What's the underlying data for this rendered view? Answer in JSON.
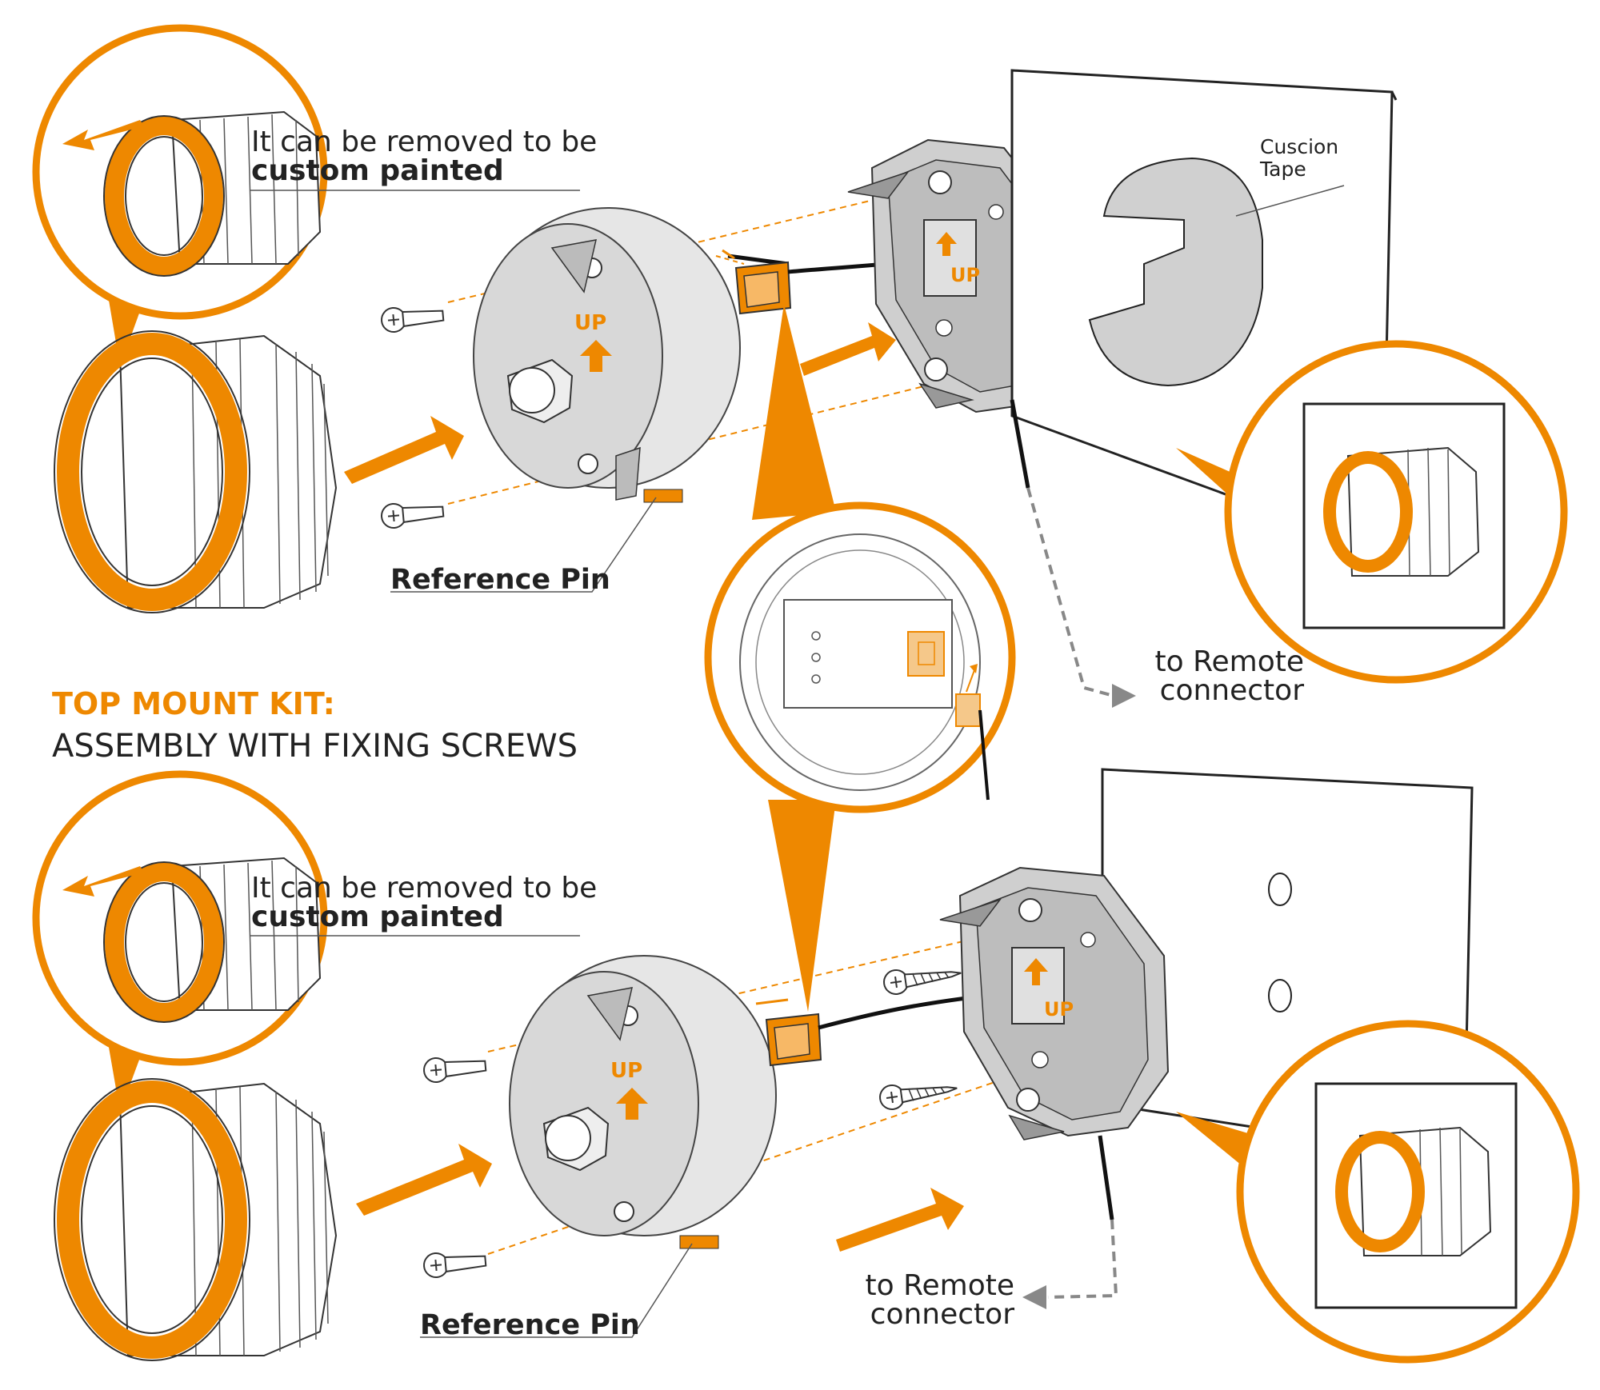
{
  "colors": {
    "accent": "#EE8800",
    "part_fill": "#dcdcdc",
    "part_stroke": "#555555",
    "outline": "#222222",
    "wire": "#111111",
    "remote_arrow": "#888888"
  },
  "icons": [
    "callout-pointer",
    "direction-arrow",
    "screw",
    "wire",
    "connector",
    "up-arrow"
  ],
  "title": {
    "kit": "TOP MOUNT KIT:",
    "subtitle": "ASSEMBLY WITH FIXING SCREWS"
  },
  "top_assembly": {
    "note_line1": "It can be removed to be",
    "note_line2": "custom painted",
    "reference_pin": "Reference Pin",
    "up_marking": "UP",
    "base_up_marking": "UP",
    "tape_line1": "Cuscion",
    "tape_line2": "Tape",
    "remote_line1": "to Remote",
    "remote_line2": "connector"
  },
  "bottom_assembly": {
    "note_line1": "It can be removed to be",
    "note_line2": "custom painted",
    "reference_pin": "Reference Pin",
    "up_marking": "UP",
    "base_up_marking": "UP",
    "remote_line1": "to Remote",
    "remote_line2": "connector"
  }
}
